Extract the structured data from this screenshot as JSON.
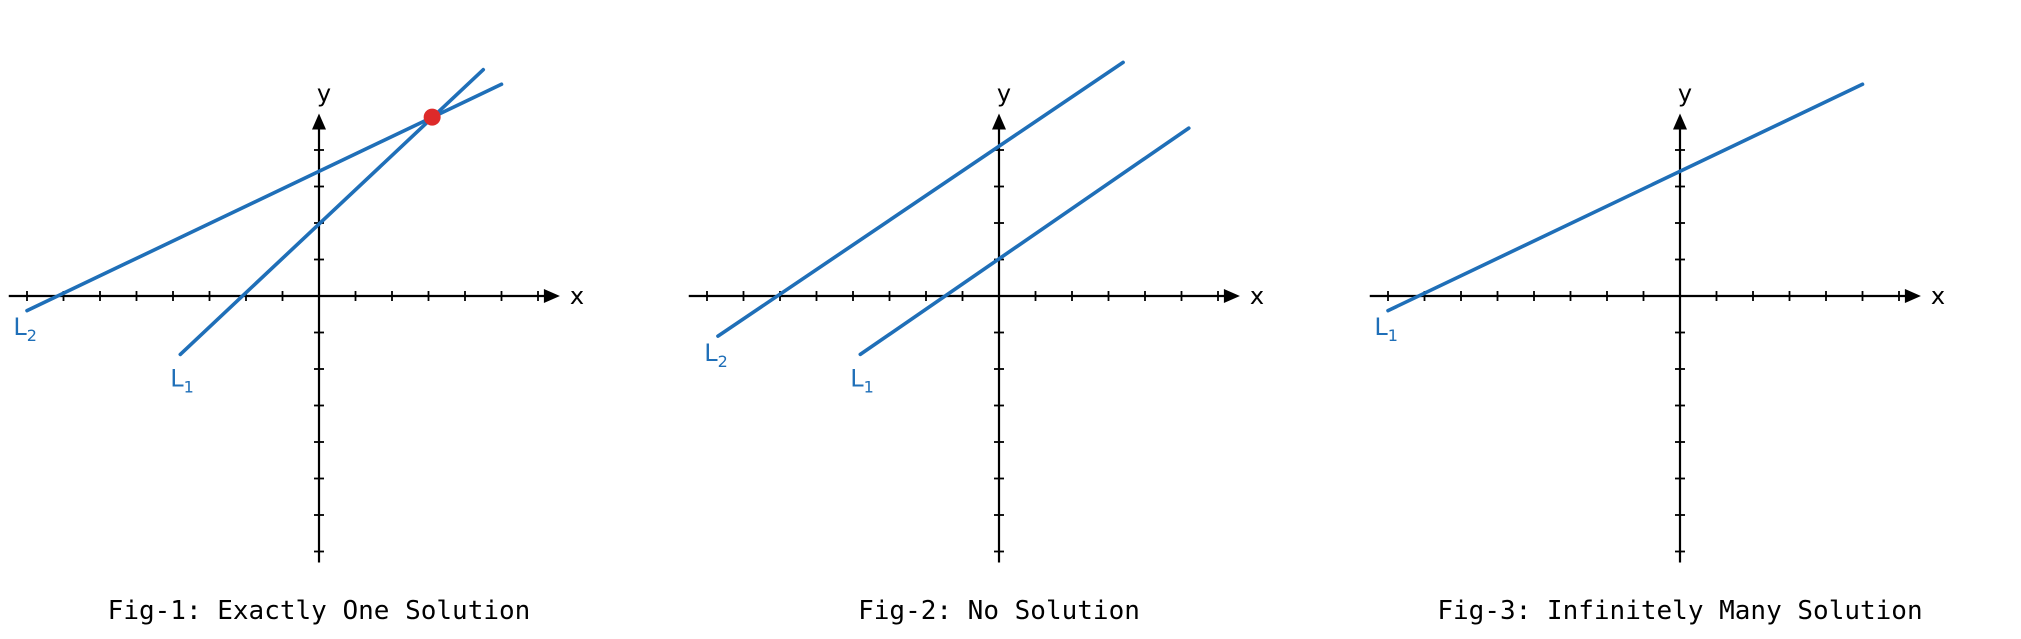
{
  "colors": {
    "line": "#1f6fb8",
    "intersection": "#dd2a2a",
    "axis": "#000000"
  },
  "chart_data": [
    {
      "type": "line",
      "caption": "Fig-1: Exactly One Solution",
      "axis_labels": {
        "x": "x",
        "y": "y"
      },
      "xlim": [
        -8.5,
        8.5
      ],
      "ylim": [
        -7.5,
        6.5
      ],
      "grid": false,
      "lines": [
        {
          "letter": "L",
          "sub": "1",
          "x": [
            -3.8,
            4.5
          ],
          "y": [
            -1.6,
            6.2
          ],
          "label_at": [
            -3.8,
            -2.2
          ]
        },
        {
          "letter": "L",
          "sub": "2",
          "x": [
            -8.0,
            5.0
          ],
          "y": [
            -0.4,
            5.8
          ],
          "label_at": [
            -8.1,
            -0.8
          ]
        }
      ],
      "points": [
        {
          "x": 3.1,
          "y": 4.9
        }
      ]
    },
    {
      "type": "line",
      "caption": "Fig-2: No Solution",
      "axis_labels": {
        "x": "x",
        "y": "y"
      },
      "xlim": [
        -8.5,
        8.5
      ],
      "ylim": [
        -7.5,
        6.5
      ],
      "grid": false,
      "lines": [
        {
          "letter": "L",
          "sub": "1",
          "x": [
            -3.8,
            5.2
          ],
          "y": [
            -1.6,
            4.6
          ],
          "label_at": [
            -3.8,
            -2.2
          ]
        },
        {
          "letter": "L",
          "sub": "2",
          "x": [
            -7.7,
            3.4
          ],
          "y": [
            -1.1,
            6.4
          ],
          "label_at": [
            -7.8,
            -1.5
          ]
        }
      ],
      "points": []
    },
    {
      "type": "line",
      "caption": "Fig-3: Infinitely Many Solution",
      "axis_labels": {
        "x": "x",
        "y": "y"
      },
      "xlim": [
        -8.5,
        8.5
      ],
      "ylim": [
        -7.5,
        6.5
      ],
      "grid": false,
      "lines": [
        {
          "letter": "L",
          "sub": "1",
          "x": [
            -8.0,
            5.0
          ],
          "y": [
            -0.4,
            5.8
          ],
          "label_at": [
            -8.1,
            -0.8
          ]
        }
      ],
      "points": []
    }
  ]
}
